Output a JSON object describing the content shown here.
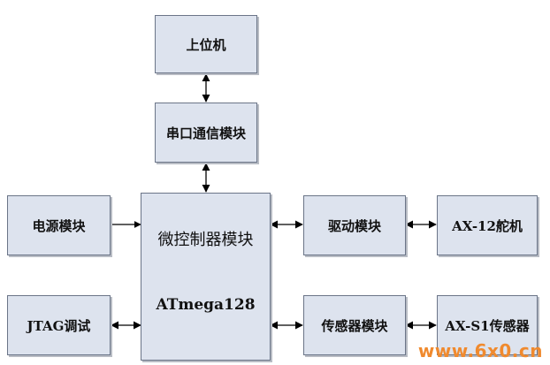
{
  "boxes": {
    "host_pc": "上位机",
    "serial_comm": "串口通信模块",
    "power": "电源模块",
    "mcu_title": "微控制器模块",
    "mcu_sub": "ATmega128",
    "jtag": "JTAG调试",
    "driver": "驱动模块",
    "servo": "AX-12舵机",
    "sensor_module": "传感器模块",
    "sensor": "AX-S1传感器"
  },
  "watermark": "www.6x0.cn",
  "colors": {
    "box_fill": "#dde3ee",
    "box_border": "#6b7588",
    "arrow": "#000000",
    "watermark": "#f08a2e"
  }
}
